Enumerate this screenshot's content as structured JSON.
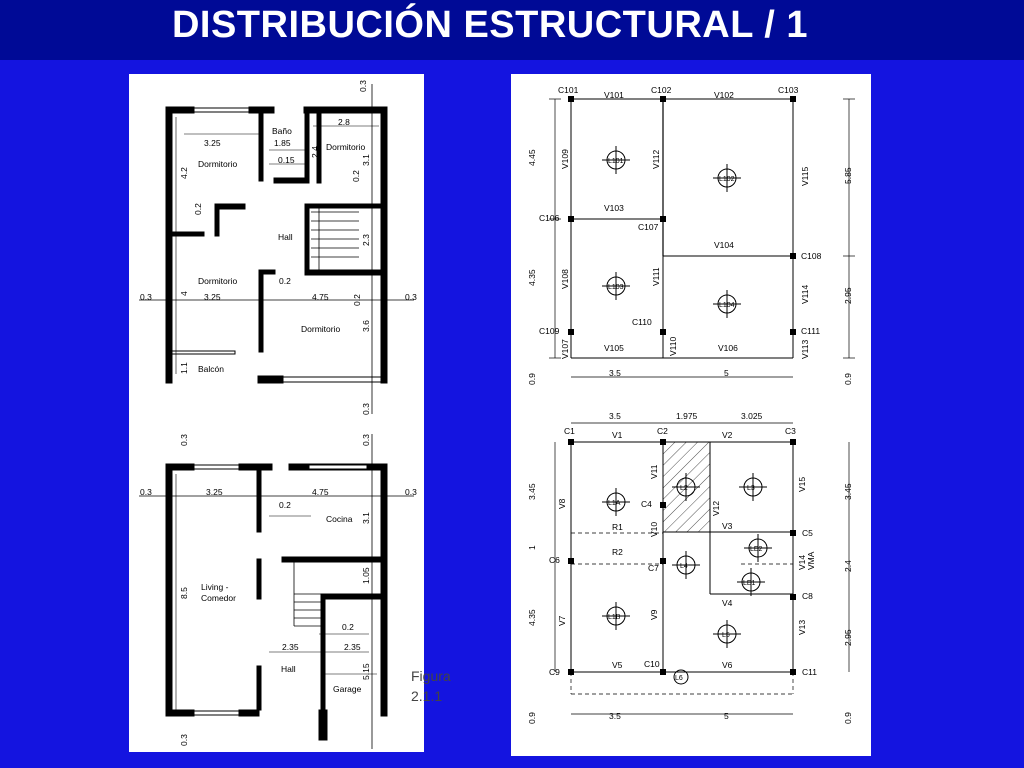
{
  "title": "DISTRIBUCIÓN ESTRUCTURAL / 1",
  "caption": {
    "line1": "Figura",
    "line2": "2.1.1"
  },
  "upper_floor": {
    "rooms": [
      "Baño",
      "Dormitorio",
      "Dormitorio",
      "Hall",
      "Dormitorio",
      "Dormitorio",
      "Balcón"
    ],
    "dims": [
      "0.3",
      "2.8",
      "3.25",
      "1.85",
      "0.15",
      "4.2",
      "2.4",
      "0.2",
      "3.1",
      "0.2",
      "2.3",
      "0.2",
      "0.3",
      "4",
      "3.25",
      "4.75",
      "0.2",
      "0.3",
      "3.6",
      "1.1",
      "0.3"
    ]
  },
  "ground_floor": {
    "rooms": [
      "Cocina",
      "Living -",
      "Comedor",
      "Hall",
      "Garage"
    ],
    "dims": [
      "0.3",
      "0.3",
      "0.3",
      "3.25",
      "4.75",
      "0.3",
      "0.2",
      "3.1",
      "8.5",
      "1.05",
      "0.2",
      "2.35",
      "2.35",
      "5.15",
      "0.3"
    ]
  },
  "upper_structure": {
    "columns": [
      "C101",
      "C102",
      "C103",
      "C106",
      "C107",
      "C108",
      "C109",
      "C110",
      "C111"
    ],
    "beams": [
      "V101",
      "V102",
      "V103",
      "V104",
      "V105",
      "V106",
      "V107",
      "V108",
      "V109",
      "V110",
      "V111",
      "V112",
      "V113",
      "V114",
      "V115"
    ],
    "slabs": [
      "L101",
      "L102",
      "L103",
      "L104"
    ],
    "dims": [
      "4.45",
      "4.35",
      "0.9",
      "3.5",
      "5",
      "5.85",
      "2.95",
      "0.9"
    ]
  },
  "ground_structure": {
    "columns": [
      "C1",
      "C2",
      "C3",
      "C4",
      "C5",
      "C6",
      "C7",
      "C8",
      "C9",
      "C10",
      "C11"
    ],
    "beams": [
      "V1",
      "V2",
      "V3",
      "V4",
      "V5",
      "V6",
      "V7",
      "V8",
      "V9",
      "V10",
      "V11",
      "V12",
      "V13",
      "V14",
      "VMA",
      "V15",
      "R1",
      "R2"
    ],
    "slabs": [
      "L1A",
      "L2",
      "L3",
      "LE2",
      "L4",
      "LE1",
      "L1B",
      "L5",
      "L6"
    ],
    "dims": [
      "3.5",
      "1.975",
      "3.025",
      "3.45",
      "1",
      "4.35",
      "0.9",
      "3.45",
      "2.4",
      "2.95",
      "0.9",
      "3.5",
      "5"
    ]
  }
}
